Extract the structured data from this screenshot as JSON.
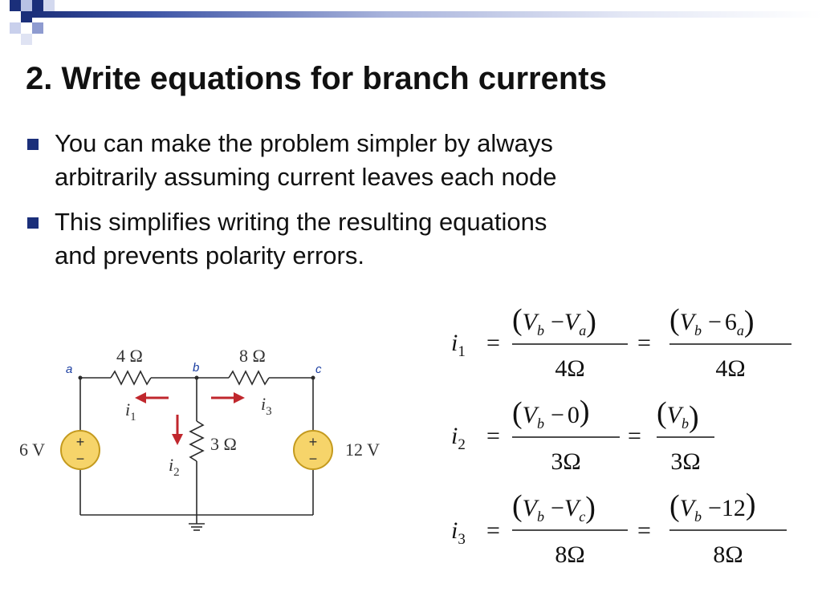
{
  "slide": {
    "title": "2. Write equations for branch currents",
    "bullets": [
      {
        "lines": [
          "You can make the problem simpler by always",
          "arbitrarily assuming current leaves each node"
        ]
      },
      {
        "lines": [
          "This simplifies writing the resulting equations",
          "and prevents polarity errors."
        ]
      }
    ]
  },
  "circuit": {
    "nodes": [
      "a",
      "b",
      "c"
    ],
    "resistors": {
      "r1": "4 Ω",
      "r2": "3 Ω",
      "r3": "8 Ω"
    },
    "sources": {
      "left": "6 V",
      "right": "12 V",
      "plus": "+",
      "minus": "−"
    },
    "currents": [
      "i",
      "1",
      "i",
      "2",
      "i",
      "3"
    ],
    "colors": {
      "wire": "#2b2b2b",
      "source_fill": "#f6d46a",
      "source_stroke": "#c49a1e",
      "arrow": "#c0272d",
      "node_label": "#1a3da0"
    }
  },
  "equations": {
    "eq1": {
      "lhs_var": "i",
      "lhs_sub": "1",
      "eq": "=",
      "num1": {
        "v": "V",
        "s1": "b",
        "op": "−",
        "v2": "V",
        "s2": "a"
      },
      "den1": "4Ω",
      "num2": {
        "v": "V",
        "s1": "b",
        "op": "−",
        "num": "6",
        "s2": "a"
      },
      "den2": "4Ω",
      "open": "(",
      "close": ")"
    },
    "eq2": {
      "lhs_var": "i",
      "lhs_sub": "2",
      "eq": "=",
      "num1": {
        "v": "V",
        "s1": "b",
        "op": "−",
        "num": "0"
      },
      "den1": "3Ω",
      "num2": {
        "v": "V",
        "s1": "b"
      },
      "den2": "3Ω",
      "open": "(",
      "close": ")"
    },
    "eq3": {
      "lhs_var": "i",
      "lhs_sub": "3",
      "eq": "=",
      "num1": {
        "v": "V",
        "s1": "b",
        "op": "−",
        "v2": "V",
        "s2": "c"
      },
      "den1": "8Ω",
      "num2": {
        "v": "V",
        "s1": "b",
        "op": "−",
        "num": "12"
      },
      "den2": "8Ω",
      "open": "(",
      "close": ")"
    }
  },
  "theme": {
    "accent": "#1b2f7a"
  }
}
